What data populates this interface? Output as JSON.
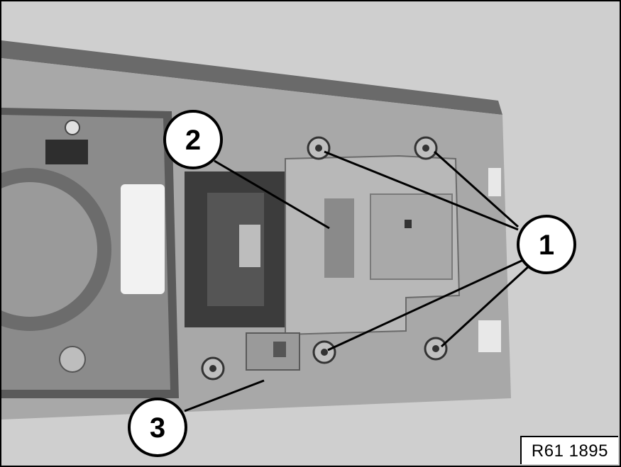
{
  "callouts": [
    {
      "id": "1",
      "label": "1"
    },
    {
      "id": "2",
      "label": "2"
    },
    {
      "id": "3",
      "label": "3"
    }
  ],
  "reference_code": "R61 1895",
  "colors": {
    "background": "#c9c9c9",
    "panel": "#a9a9a9",
    "panel_dark": "#4a4a4a",
    "module": "#b5b5b5",
    "callout_fill": "#ffffff",
    "line": "#000000"
  }
}
